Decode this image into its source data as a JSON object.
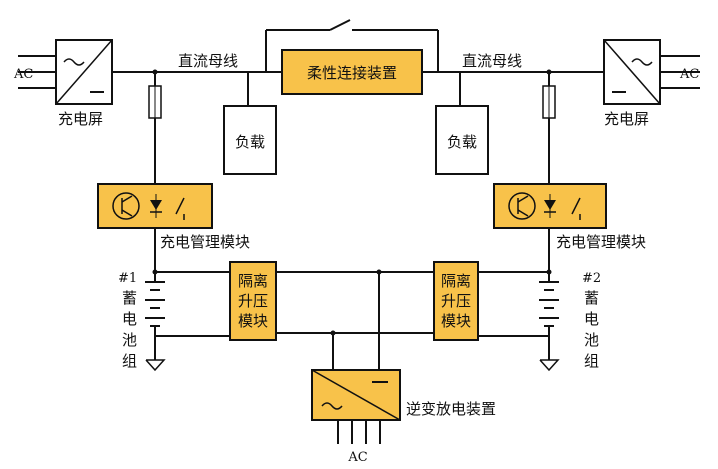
{
  "labels": {
    "ac_left": "AC",
    "ac_right": "AC",
    "ac_bottom": "AC",
    "charger_left": "充电屏",
    "charger_right": "充电屏",
    "dc_bus_left": "直流母线",
    "dc_bus_right": "直流母线",
    "flex_device": "柔性连接装置",
    "load_left": "负载",
    "load_right": "负载",
    "charge_mgmt_left": "充电管理模块",
    "charge_mgmt_right": "充电管理模块",
    "battery1_num": "#1",
    "battery1_chars": [
      "蓄",
      "电",
      "池",
      "组"
    ],
    "battery2_num": "#2",
    "battery2_chars": [
      "蓄",
      "电",
      "池",
      "组"
    ],
    "iso_left_lines": [
      "隔离",
      "升压",
      "模块"
    ],
    "iso_right_lines": [
      "隔离",
      "升压",
      "模块"
    ],
    "inverter": "逆变放电装置"
  },
  "colors": {
    "module_fill": "#f8c24a",
    "line": "#111111",
    "box_fill": "#ffffff"
  }
}
